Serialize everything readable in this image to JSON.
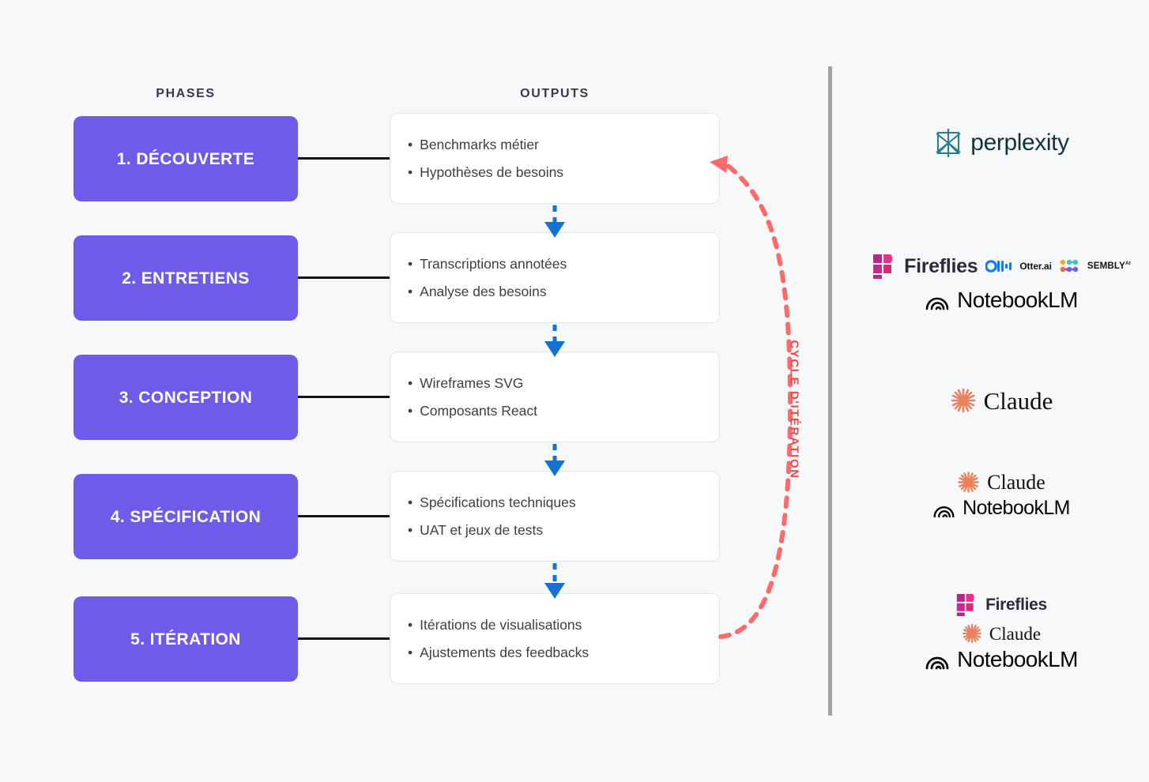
{
  "headers": {
    "phases": "PHASES",
    "outputs": "OUTPUTS"
  },
  "colors": {
    "phase_box": "#6c5ce8",
    "phase_text": "#ffffff",
    "output_card": "#ffffff",
    "output_border": "#dfe6ea",
    "connector": "#141414",
    "flow_arrow": "#1572d3",
    "cycle_arrow": "#fb6b6b",
    "cycle_label": "#ec4a4a",
    "divider": "#a3a3a6",
    "background": "#f7f8fa",
    "perplexity": "#12323c",
    "fireflies": "#e0338e",
    "otter": "#0a7cff",
    "claude": "#e8825a",
    "notebooklm": "#050505"
  },
  "phases": [
    {
      "label": "1. DÉCOUVERTE"
    },
    {
      "label": "2. ENTRETIENS"
    },
    {
      "label": "3. CONCEPTION"
    },
    {
      "label": "4. SPÉCIFICATION"
    },
    {
      "label": "5. ITÉRATION"
    }
  ],
  "outputs": [
    {
      "line1": "Benchmarks métier",
      "line2": "Hypothèses de besoins"
    },
    {
      "line1": "Transcriptions annotées",
      "line2": "Analyse des besoins"
    },
    {
      "line1": "Wireframes SVG",
      "line2": "Composants React"
    },
    {
      "line1": "Spécifications techniques",
      "line2": "UAT et jeux de tests"
    },
    {
      "line1": "Itérations de visualisations",
      "line2": "Ajustements des feedbacks"
    }
  ],
  "cycle": {
    "label": "CYCLE D'ITÉRATION"
  },
  "tools": {
    "perplexity": "perplexity",
    "fireflies": "Fireflies",
    "otter": "Otter.ai",
    "sembly": "SEMBLY",
    "sembly_sup": "AI",
    "claude": "Claude",
    "notebooklm": "NotebookLM"
  }
}
